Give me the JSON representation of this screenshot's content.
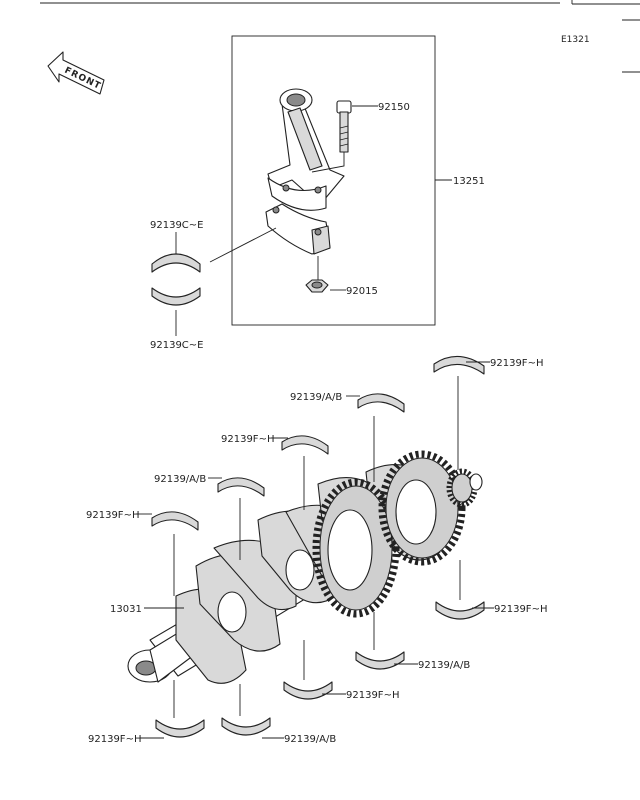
{
  "diagram": {
    "code": "E1321",
    "front_label": "FRONT",
    "callouts": {
      "bolt": "92150",
      "conrod_assy": "13251",
      "conrod_bearing_upper": "92139C~E",
      "conrod_bearing_lower": "92139C~E",
      "nut": "92015",
      "main_bearing_1": "92139F~H",
      "main_bearing_2": "92139/A/B",
      "main_bearing_3": "92139F~H",
      "main_bearing_4": "92139/A/B",
      "main_bearing_5": "92139F~H",
      "crankshaft": "13031",
      "main_bearing_6": "92139F~H",
      "main_bearing_7": "92139/A/B",
      "main_bearing_8": "92139F~H",
      "main_bearing_9": "92139F~H",
      "main_bearing_10": "92139/A/B"
    }
  }
}
